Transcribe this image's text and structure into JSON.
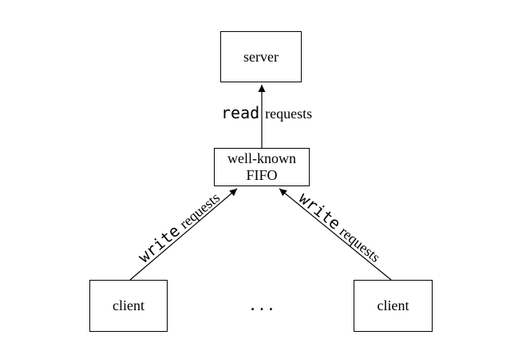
{
  "diagram": {
    "colors": {
      "background": "#ffffff",
      "line": "#000000",
      "text": "#000000"
    },
    "nodes": {
      "server": {
        "label": "server"
      },
      "fifo": {
        "lines": [
          "well-known",
          "FIFO"
        ]
      },
      "client_left": {
        "label": "client"
      },
      "client_right": {
        "label": "client"
      },
      "ellipsis": {
        "label": "..."
      }
    },
    "edges": {
      "read_requests": {
        "verb": "read",
        "noun": "requests"
      },
      "write_requests_left": {
        "verb": "write",
        "noun": "requests"
      },
      "write_requests_right": {
        "verb": "write",
        "noun": "requests"
      }
    }
  }
}
